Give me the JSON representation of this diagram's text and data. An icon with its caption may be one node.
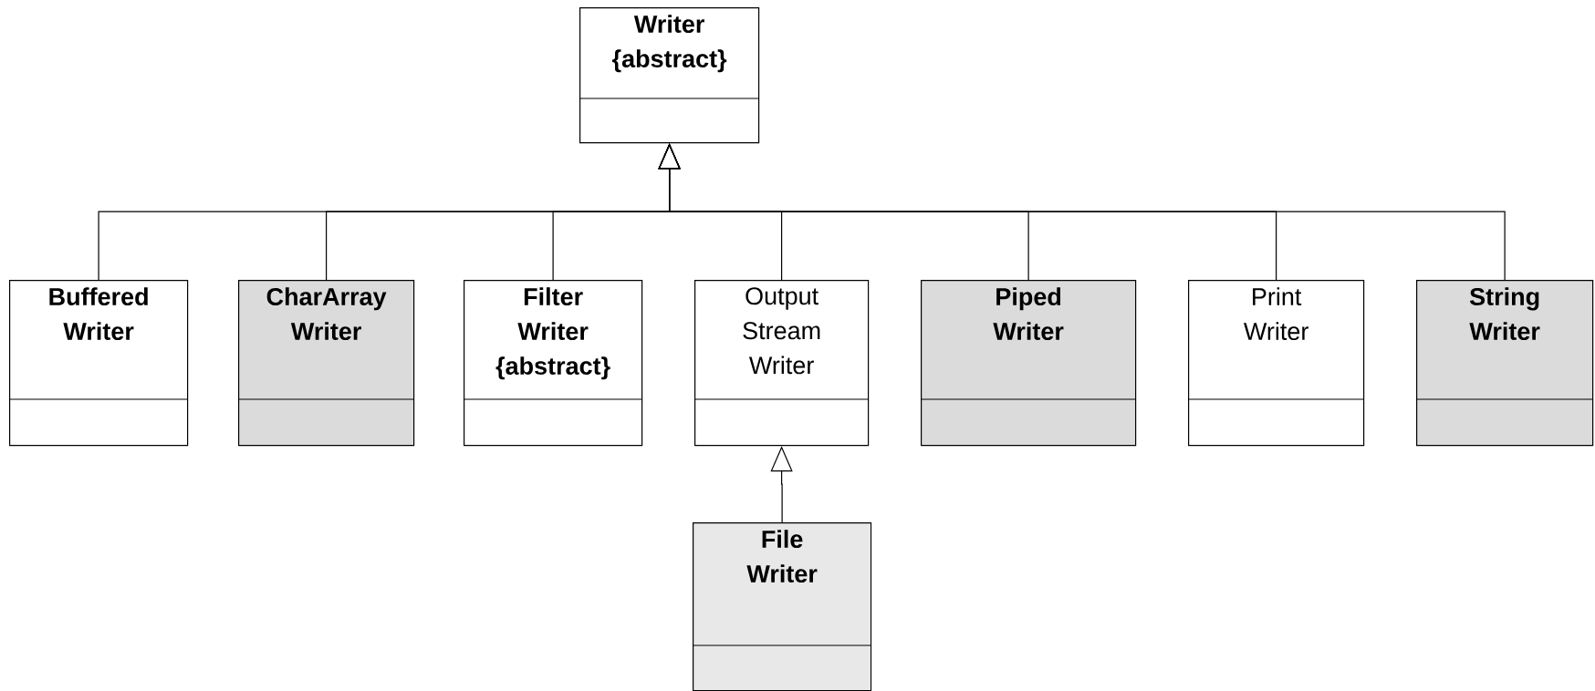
{
  "diagram": {
    "nodes": [
      {
        "text": [
          "Writer {abstract}"
        ]
      },
      {
        "text": [
          "Buffered Writer"
        ]
      },
      {
        "text": [
          "CharArray Writer"
        ]
      },
      {
        "text": [
          "Filter Writer {abstract}"
        ]
      },
      {
        "text": [
          "Output Stream Writer"
        ]
      },
      {
        "text": [
          "Piped Writer"
        ]
      },
      {
        "text": [
          "Print Writer"
        ]
      },
      {
        "text": [
          "String Writer"
        ]
      },
      {
        "text": [
          "File Writer"
        ]
      }
    ],
    "edges": [
      {
        "from": 1,
        "to": 0,
        "arrow": "to"
      },
      {
        "from": 2,
        "to": 0,
        "arrow": "to"
      },
      {
        "from": 3,
        "to": 0,
        "arrow": "to"
      },
      {
        "from": 4,
        "to": 0,
        "arrow": "to"
      },
      {
        "from": 5,
        "to": 0,
        "arrow": "to"
      },
      {
        "from": 6,
        "to": 0,
        "arrow": "to"
      },
      {
        "from": 7,
        "to": 0,
        "arrow": "to"
      },
      {
        "from": 8,
        "to": 4,
        "arrow": "to"
      }
    ]
  }
}
